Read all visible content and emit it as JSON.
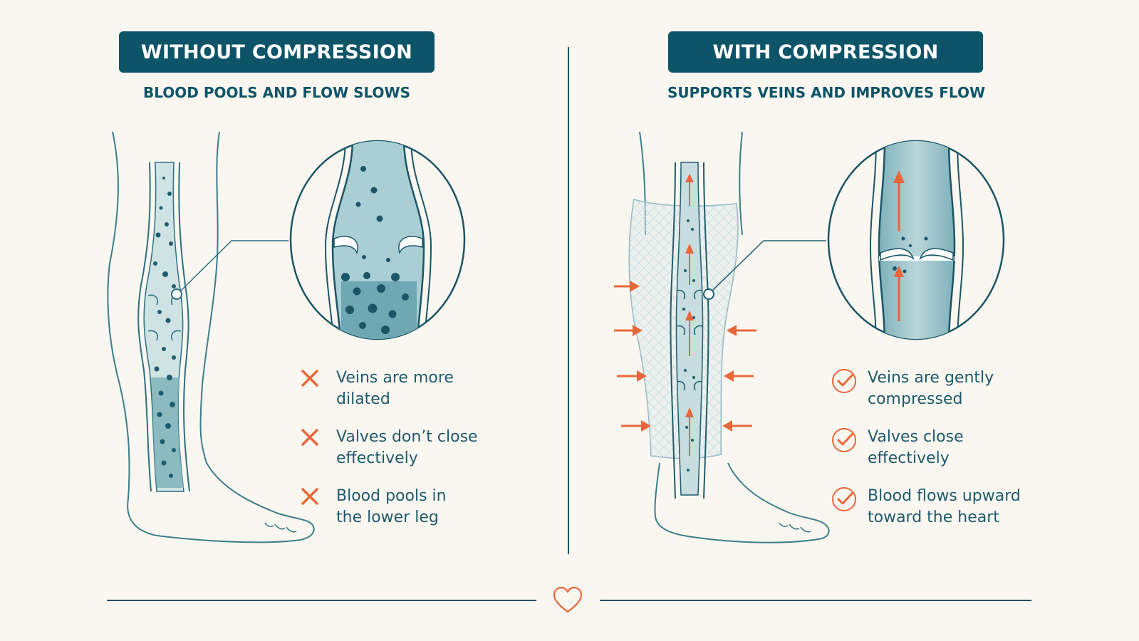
{
  "left_panel": {
    "title": "WITHOUT COMPRESSION",
    "subtitle": "BLOOD POOLS AND FLOW SLOWS",
    "items": [
      {
        "line1": "Veins are more",
        "line2": "dilated"
      },
      {
        "line1": "Valves don’t close",
        "line2": "effectively"
      },
      {
        "line1": "Blood pools in",
        "line2": "the lower leg"
      }
    ]
  },
  "right_panel": {
    "title": "WITH COMPRESSION",
    "subtitle": "SUPPORTS VEINS AND IMPROVES FLOW",
    "items": [
      {
        "line1": "Veins are gently",
        "line2": "compressed"
      },
      {
        "line1": "Valves close",
        "line2": "effectively"
      },
      {
        "line1": "Blood flows upward",
        "line2": "toward the heart"
      }
    ]
  },
  "icons": {
    "left_marker": "cross-icon",
    "right_marker": "check-circle-icon",
    "footer": "heart-icon"
  },
  "colors": {
    "primary": "#0e5468",
    "accent": "#e8673a",
    "background": "#faf7f0",
    "blood_fill": "#9cc8ce"
  }
}
